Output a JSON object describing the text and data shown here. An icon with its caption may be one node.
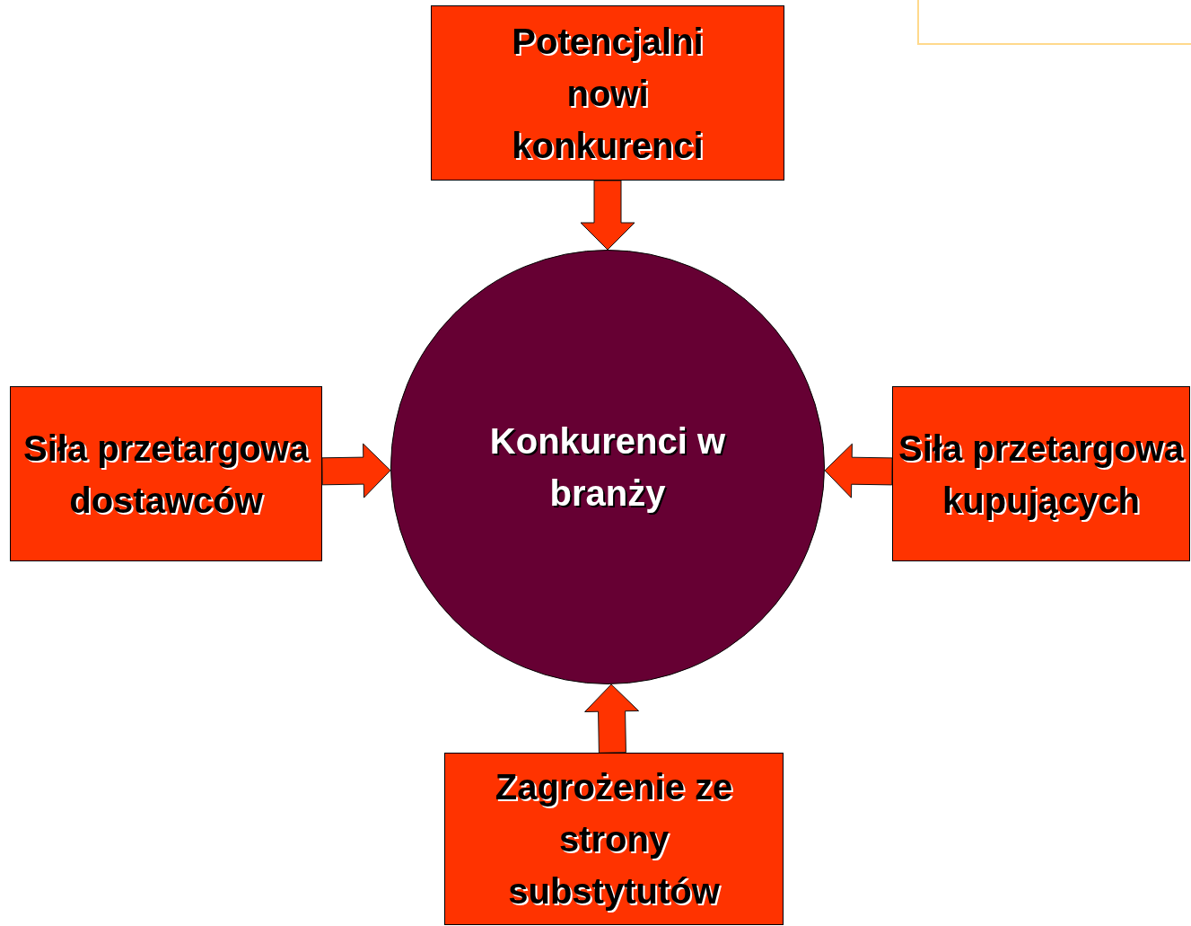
{
  "diagram": {
    "nodes": [
      {
        "text": [
          "Potencjalni nowi konkurenci"
        ]
      },
      {
        "text": [
          "Konkurenci w branży"
        ]
      },
      {
        "text": [
          "Siła przetargowa dostawców"
        ]
      },
      {
        "text": [
          "Siła przetargowa kupujących"
        ]
      },
      {
        "text": [
          "Zagrożenie ze strony substytutów"
        ]
      }
    ],
    "edges": [
      {
        "from": 0,
        "to": 1,
        "arrow": "to"
      },
      {
        "from": 2,
        "to": 1,
        "arrow": "to"
      },
      {
        "from": 3,
        "to": 1,
        "arrow": "to"
      },
      {
        "from": 4,
        "to": 1,
        "arrow": "to"
      }
    ]
  }
}
